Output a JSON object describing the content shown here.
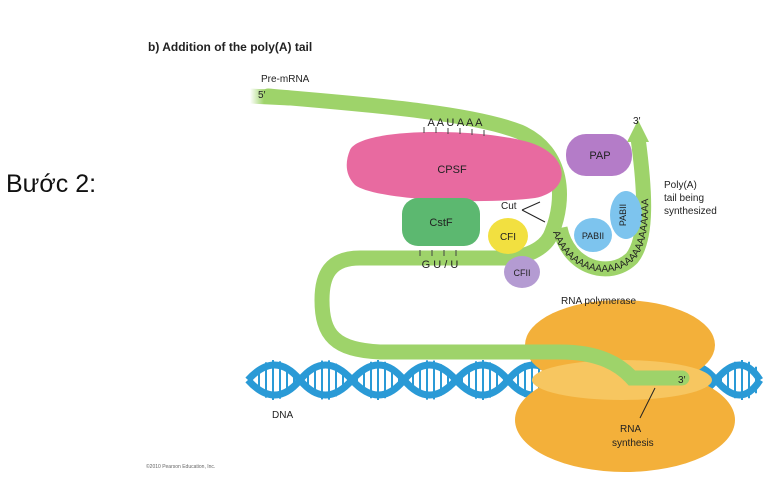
{
  "step_label": "Bước 2:",
  "title": "b) Addition of the poly(A) tail",
  "labels": {
    "pre_mrna": "Pre-mRNA",
    "five_prime": "5′",
    "three_prime_top": "3′",
    "three_prime_dna": "3′",
    "aauaaa": "A A U A A A",
    "gu_u": "G U / U",
    "cpsf": "CPSF",
    "pap": "PAP",
    "cstf": "CstF",
    "cfi": "CFI",
    "cfii": "CFII",
    "cut": "Cut",
    "pabii_left": "PABII",
    "pabii_right": "PABII",
    "poly_a_1": "Poly(A)",
    "poly_a_2": "tail being",
    "poly_a_3": "synthesized",
    "poly_a_seq": "AAAAAAAAAAAAAAAAAAAAAAAAA",
    "rna_polymerase": "RNA polymerase",
    "dna": "DNA",
    "rna_synthesis_1": "RNA",
    "rna_synthesis_2": "synthesis"
  },
  "copyright": "©2010 Pearson Education, Inc.",
  "colors": {
    "rna": "#9ed36a",
    "rna_edge": "#7ab544",
    "cpsf": "#e86aa0",
    "pap": "#b47cc8",
    "cstf": "#5cb870",
    "cfi": "#f2e040",
    "cfii": "#b49bd2",
    "pabii": "#7dc4ee",
    "polymerase": "#f3b03a",
    "dna": "#2a9ad6"
  }
}
